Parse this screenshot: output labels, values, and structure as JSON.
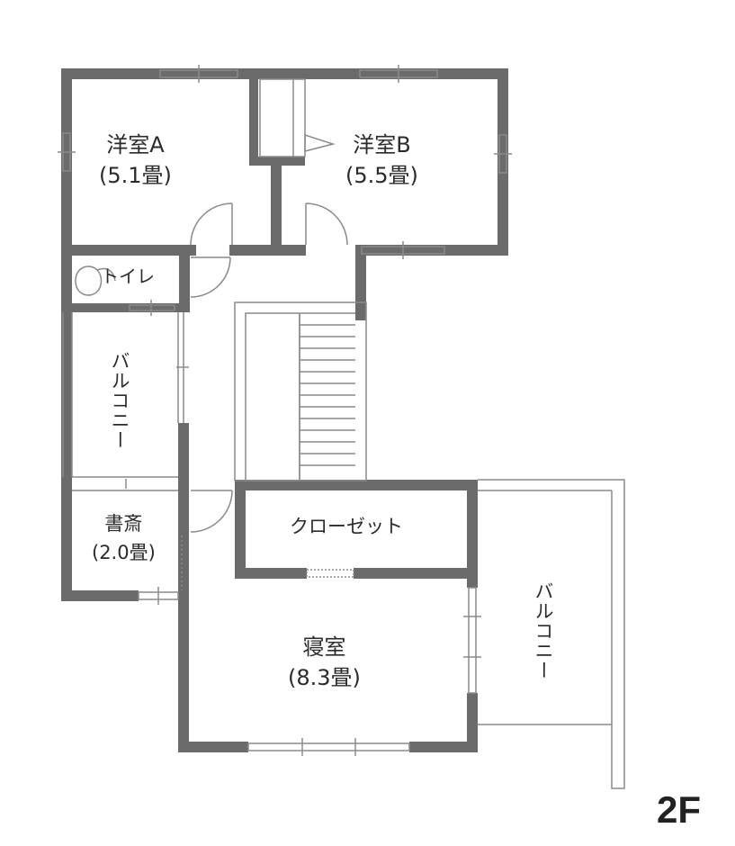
{
  "rooms": {
    "room_a": {
      "name": "洋室A",
      "size": "(5.1畳)"
    },
    "room_b": {
      "name": "洋室B",
      "size": "(5.5畳)"
    },
    "toilet": {
      "name": "トイレ"
    },
    "balcony_left": {
      "name": "バルコニー"
    },
    "study": {
      "name": "書斎",
      "size": "(2.0畳)"
    },
    "closet": {
      "name": "クローゼット"
    },
    "bedroom": {
      "name": "寝室",
      "size": "(8.3畳)"
    },
    "balcony_right": {
      "name": "バルコニー"
    }
  },
  "floor_label": "2F",
  "colors": {
    "wall": "#6b6b6b",
    "line": "#8a8a8a",
    "text": "#2b2b2b"
  }
}
